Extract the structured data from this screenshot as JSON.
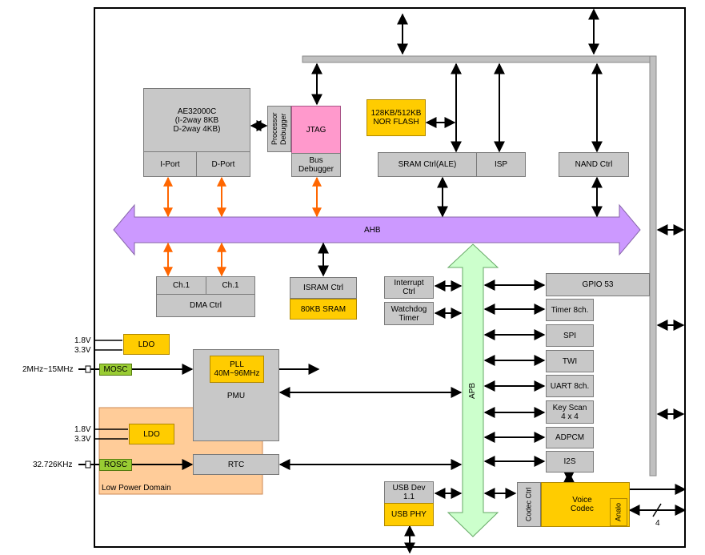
{
  "labels": {
    "cpu": "AE32000C\n(I-2way 8KB\nD-2way 4KB)",
    "iport": "I-Port",
    "dport": "D-Port",
    "proc_debugger": "Processor\nDebugger",
    "jtag": "JTAG",
    "bus_debugger": "Bus\nDebugger",
    "nor_flash": "128KB/512KB\nNOR FLASH",
    "sram_ctrl": "SRAM Ctrl(ALE)",
    "isp": "ISP",
    "nand_ctrl": "NAND Ctrl",
    "ahb": "AHB",
    "apb": "APB",
    "dma_ch1a": "Ch.1",
    "dma_ch1b": "Ch.1",
    "dma_ctrl": "DMA Ctrl",
    "isram_ctrl": "ISRAM Ctrl",
    "sram_80kb": "80KB SRAM",
    "interrupt_ctrl": "Interrupt\nCtrl",
    "watchdog": "Watchdog\nTimer",
    "gpio": "GPIO 53",
    "timer": "Timer 8ch.",
    "spi": "SPI",
    "twi": "TWI",
    "uart": "UART 8ch.",
    "keyscan": "Key Scan\n4 x 4",
    "adpcm": "ADPCM",
    "i2s": "I2S",
    "ldo1": "LDO",
    "ldo2": "LDO",
    "v18_1": "1.8V",
    "v33_1": "3.3V",
    "v18_2": "1.8V",
    "v33_2": "3.3V",
    "mosc_freq": "2MHz~15MHz",
    "mosc": "MOSC",
    "pll": "PLL\n40M~96MHz",
    "pmu": "PMU",
    "rtc": "RTC",
    "rosc_freq": "32.726KHz",
    "rosc": "ROSC",
    "low_power": "Low Power Domain",
    "usb_dev": "USB Dev\n1.1",
    "usb_phy": "USB PHY",
    "codec_ctrl": "Codec Ctrl",
    "voice_codec": "Voice\nCodec",
    "analo": "Analo",
    "bus4": "4"
  },
  "colors": {
    "ahb_fill": "#cc99ff",
    "apb_fill": "#ccffcc",
    "orange_arrow": "#ff6600",
    "low_power_fill": "#ffcc99",
    "block_gray": "#c8c8c8",
    "block_yellow": "#ffcc00"
  }
}
